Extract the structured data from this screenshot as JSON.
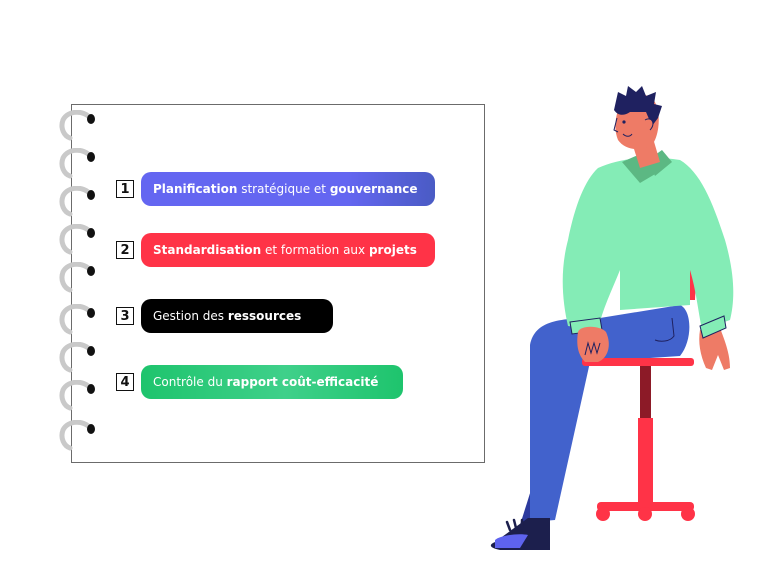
{
  "notebook": {
    "ring_count": 9,
    "items": [
      {
        "number": "1",
        "parts": [
          {
            "text": "Planification",
            "bold": true
          },
          {
            "text": " stratégique et ",
            "bold": false
          },
          {
            "text": "gouvernance",
            "bold": true
          }
        ],
        "color_start": "#6466f1",
        "color_end": "#4a5bc4"
      },
      {
        "number": "2",
        "parts": [
          {
            "text": "Standardisation",
            "bold": true
          },
          {
            "text": " et formation aux ",
            "bold": false
          },
          {
            "text": "projets",
            "bold": true
          }
        ],
        "color_start": "#ff3347",
        "color_end": "#ff3347"
      },
      {
        "number": "3",
        "parts": [
          {
            "text": "Gestion des ",
            "bold": false
          },
          {
            "text": "ressources",
            "bold": true
          }
        ],
        "color_start": "#000000",
        "color_end": "#000000"
      },
      {
        "number": "4",
        "parts": [
          {
            "text": "Contrôle du ",
            "bold": false
          },
          {
            "text": "rapport coût-efficacité",
            "bold": true
          }
        ],
        "color_start": "#1ec46d",
        "color_end": "#22c76f"
      }
    ],
    "item1_a": "Planification",
    "item1_b": " stratégique et ",
    "item1_c": "gouvernance",
    "item2_a": "Standardisation",
    "item2_b": " et formation aux ",
    "item2_c": "projets",
    "item3_a": "Gestion des ",
    "item3_b": "ressources",
    "item4_a": "Contrôle du ",
    "item4_b": "rapport coût-efficacité",
    "numbers": [
      "1",
      "2",
      "3",
      "4"
    ]
  },
  "illustration": {
    "subject": "man-sitting-on-stool",
    "colors": {
      "shirt": "#84ecb6",
      "collar": "#5cb883",
      "pants": "#4262cc",
      "pants_shadow": "#2c3a9e",
      "skin": "#ee7b66",
      "hair": "#1f2160",
      "stool": "#ff3347",
      "stool_dark": "#8c1a27",
      "shoe": "#1c1f4d",
      "shoe_sole": "#5e63ef"
    }
  }
}
